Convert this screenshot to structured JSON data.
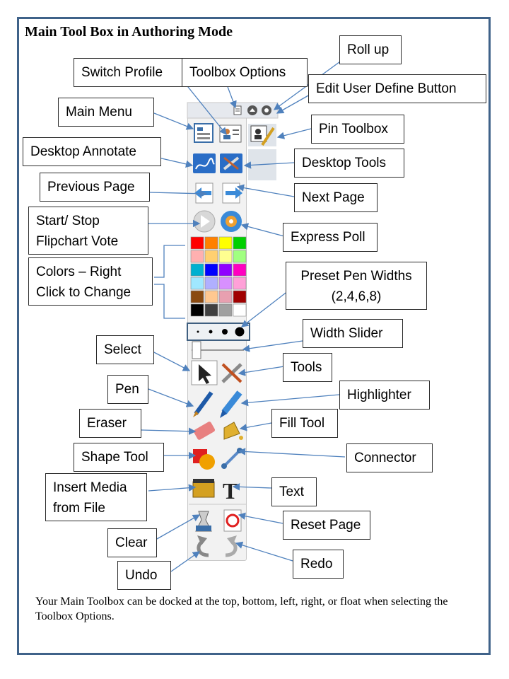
{
  "title": "Main Tool Box in Authoring Mode",
  "labels": {
    "roll_up": "Roll up",
    "switch_profile": "Switch Profile",
    "toolbox_options": "Toolbox Options",
    "edit_user_define": "Edit User Define Button",
    "main_menu": "Main Menu",
    "pin_toolbox": "Pin Toolbox",
    "desktop_annotate": "Desktop Annotate",
    "desktop_tools": "Desktop Tools",
    "previous_page": "Previous Page",
    "next_page": "Next Page",
    "start_stop": "Start/ Stop Flipchart Vote",
    "express_poll": "Express Poll",
    "colors": "Colors – Right Click to Change",
    "preset_pen": "Preset Pen Widths (2,4,6,8)",
    "width_slider": "Width Slider",
    "select": "Select",
    "tools": "Tools",
    "pen": "Pen",
    "highlighter": "Highlighter",
    "eraser": "Eraser",
    "fill_tool": "Fill Tool",
    "shape_tool": "Shape Tool",
    "connector": "Connector",
    "insert_media": "Insert Media from File",
    "text": "Text",
    "reset_page": "Reset Page",
    "clear": "Clear",
    "redo": "Redo",
    "undo": "Undo"
  },
  "note": "Your Main Toolbox can be docked at the top, bottom, left, right, or float when selecting the Toolbox Options.",
  "palette": [
    "#ff0000",
    "#ff8000",
    "#ffff00",
    "#00d000",
    "#ffb0b0",
    "#ffd070",
    "#ffff90",
    "#a0ff80",
    "#00b0d0",
    "#0000ff",
    "#9000ff",
    "#ff00c0",
    "#a0e8ff",
    "#b0b0ff",
    "#d890ff",
    "#ffa0d8",
    "#8a4a10",
    "#ffc890",
    "#e8a0b0",
    "#a00000",
    "#000000",
    "#404040",
    "#a0a0a0",
    "#ffffff"
  ],
  "colors": {
    "frame": "#3f6289",
    "arrow": "#4f81bd"
  }
}
